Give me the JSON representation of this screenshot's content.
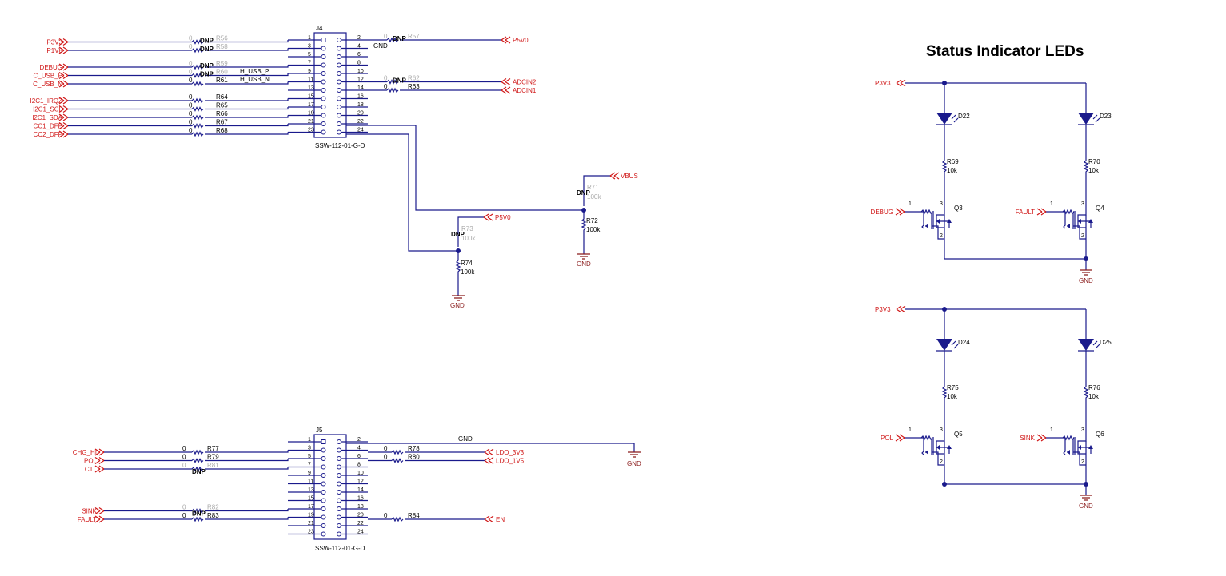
{
  "title": "Status Indicator LEDs",
  "connectors": {
    "j4": {
      "ref": "J4",
      "part": "SSW-112-01-G-D"
    },
    "j5": {
      "ref": "J5",
      "part": "SSW-112-01-G-D"
    }
  },
  "pins": {
    "left": [
      "1",
      "3",
      "5",
      "7",
      "9",
      "11",
      "13",
      "15",
      "17",
      "19",
      "21",
      "23"
    ],
    "right": [
      "2",
      "4",
      "6",
      "8",
      "10",
      "12",
      "14",
      "16",
      "18",
      "20",
      "22",
      "24"
    ]
  },
  "j4_left": [
    {
      "net": "P3V3",
      "ref": "R56",
      "val": "0",
      "dnp": "DNP"
    },
    {
      "net": "P1V8",
      "ref": "R58",
      "val": "0",
      "dnp": "DNP"
    },
    {
      "net": "DEBUG",
      "ref": "R59",
      "val": "0",
      "dnp": "DNP"
    },
    {
      "net": "C_USB_P",
      "ref": "R60",
      "val": "0",
      "dnp": "DNP"
    },
    {
      "net": "C_USB_N",
      "ref": "R61",
      "val": "0",
      "dnp": ""
    },
    {
      "net": "I2C1_IRQZ",
      "ref": "R64",
      "val": "0",
      "dnp": ""
    },
    {
      "net": "I2C1_SCL",
      "ref": "R65",
      "val": "0",
      "dnp": ""
    },
    {
      "net": "I2C1_SDA",
      "ref": "R66",
      "val": "0",
      "dnp": ""
    },
    {
      "net": "CC1_DFP",
      "ref": "R67",
      "val": "0",
      "dnp": ""
    },
    {
      "net": "CC2_DFP",
      "ref": "R68",
      "val": "0",
      "dnp": ""
    }
  ],
  "j4_right": [
    {
      "net": "P5V0",
      "ref": "R57",
      "val": "0",
      "dnp": "DNP"
    },
    {
      "net": "ADCIN2",
      "ref": "R62",
      "val": "0",
      "dnp": "DNP"
    },
    {
      "net": "ADCIN1",
      "ref": "R63",
      "val": "0",
      "dnp": ""
    }
  ],
  "j4_nets": {
    "gnd": "GND",
    "usb_p": "H_USB_P",
    "usb_n": "H_USB_N"
  },
  "divider": {
    "vbus": "VBUS",
    "p5v0": "P5V0",
    "r71": {
      "ref": "R71",
      "val": "100k",
      "dnp": "DNP"
    },
    "r72": {
      "ref": "R72",
      "val": "100k"
    },
    "r73": {
      "ref": "R73",
      "val": "100k",
      "dnp": "DNP"
    },
    "r74": {
      "ref": "R74",
      "val": "100k"
    },
    "gnd": "GND"
  },
  "j5_left": [
    {
      "net": "CHG_HI",
      "ref": "R77",
      "val": "0",
      "dnp": ""
    },
    {
      "net": "POL",
      "ref": "R79",
      "val": "0",
      "dnp": ""
    },
    {
      "net": "CTL",
      "ref": "R81",
      "val": "0",
      "dnp": "DNP"
    },
    {
      "net": "SINK",
      "ref": "R82",
      "val": "0",
      "dnp": "DNP"
    },
    {
      "net": "FAULT",
      "ref": "R83",
      "val": "0",
      "dnp": ""
    }
  ],
  "j5_right": [
    {
      "net": "LDO_3V3",
      "ref": "R78",
      "val": "0"
    },
    {
      "net": "LDO_1V5",
      "ref": "R80",
      "val": "0"
    },
    {
      "net": "EN",
      "ref": "R84",
      "val": "0"
    }
  ],
  "j5_nets": {
    "gnd": "GND"
  },
  "leds": {
    "supply": "P3V3",
    "gnd": "GND",
    "gate_pin": "1",
    "drain_pin": "3",
    "source_pin": "2",
    "channels": [
      {
        "diode": "D22",
        "res": "R69",
        "rval": "10k",
        "fet": "Q3",
        "net": "DEBUG"
      },
      {
        "diode": "D23",
        "res": "R70",
        "rval": "10k",
        "fet": "Q4",
        "net": "FAULT"
      },
      {
        "diode": "D24",
        "res": "R75",
        "rval": "10k",
        "fet": "Q5",
        "net": "POL"
      },
      {
        "diode": "D25",
        "res": "R76",
        "rval": "10k",
        "fet": "Q6",
        "net": "SINK"
      }
    ]
  }
}
